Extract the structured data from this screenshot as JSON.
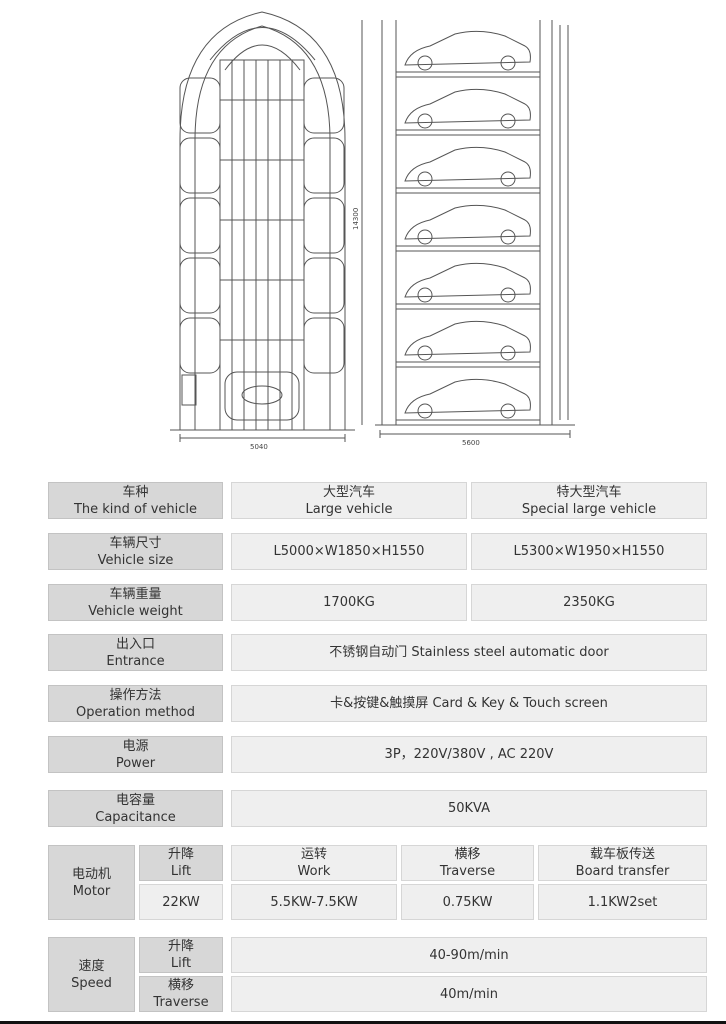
{
  "drawing": {
    "left_width_dim": "5040",
    "right_width_dim": "5600",
    "height_dim": "14300"
  },
  "table": {
    "kind": {
      "cn": "车种",
      "en": "The kind of vehicle"
    },
    "large": {
      "cn": "大型汽车",
      "en": "Large vehicle"
    },
    "special": {
      "cn": "特大型汽车",
      "en": "Special large vehicle"
    },
    "size": {
      "cn": "车辆尺寸",
      "en": "Vehicle size",
      "large": "L5000×W1850×H1550",
      "special": "L5300×W1950×H1550"
    },
    "weight": {
      "cn": "车辆重量",
      "en": "Vehicle weight",
      "large": "1700KG",
      "special": "2350KG"
    },
    "entrance": {
      "cn": "出入口",
      "en": "Entrance",
      "value": "不锈钢自动门 Stainless steel automatic door"
    },
    "operation": {
      "cn": "操作方法",
      "en": "Operation method",
      "value": "卡&按键&触摸屏  Card & Key & Touch screen"
    },
    "power": {
      "cn": "电源",
      "en": "Power",
      "value": "3P，220V/380V , AC 220V"
    },
    "capacitance": {
      "cn": "电容量",
      "en": "Capacitance",
      "value": "50KVA"
    },
    "motor": {
      "cn": "电动机",
      "en": "Motor",
      "lift": {
        "cn": "升降",
        "en": "Lift",
        "value": "22KW"
      },
      "work": {
        "cn": "运转",
        "en": "Work",
        "value": "5.5KW-7.5KW"
      },
      "traverse": {
        "cn": "横移",
        "en": "Traverse",
        "value": "0.75KW"
      },
      "board": {
        "cn": "载车板传送",
        "en": "Board transfer",
        "value": "1.1KW2set"
      }
    },
    "speed": {
      "cn": "速度",
      "en": "Speed",
      "lift": {
        "cn": "升降",
        "en": "Lift",
        "value": "40-90m/min"
      },
      "traverse": {
        "cn": "横移",
        "en": "Traverse",
        "value": "40m/min"
      }
    }
  }
}
